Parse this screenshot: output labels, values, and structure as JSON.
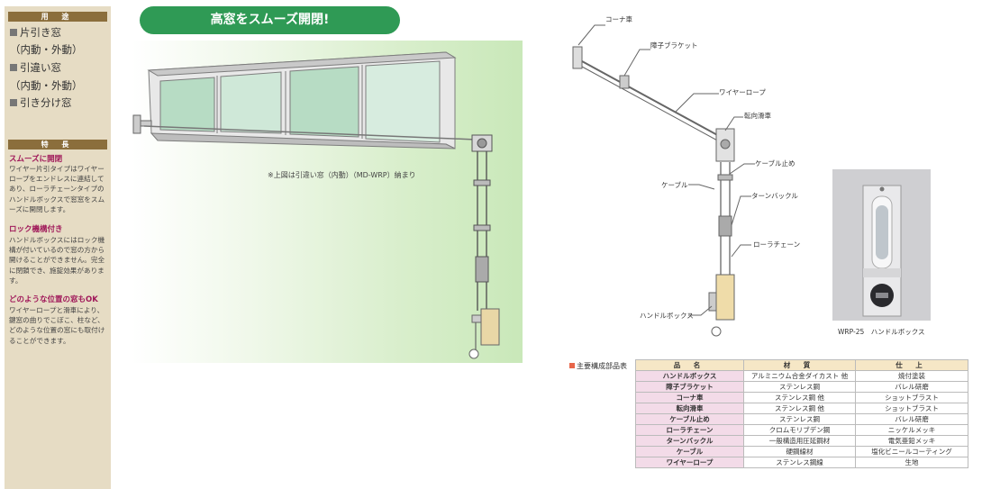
{
  "sidebar": {
    "uses_header": "用 途",
    "uses": [
      {
        "main": "片引き窓",
        "sub": "（内動・外動）"
      },
      {
        "main": "引違い窓",
        "sub": "（内動・外動）"
      },
      {
        "main": "引き分け窓",
        "sub": ""
      }
    ],
    "features_header": "特 長",
    "features": [
      {
        "title": "スムーズに開閉",
        "text": "ワイヤー片引タイプはワイヤーロープをエンドレスに連結してあり、ローラチェーンタイプのハンドルボックスで窓窓をスムーズに開閉します。"
      },
      {
        "title": "ロック機構付き",
        "text": "ハンドルボックスにはロック機構が付いているので窓の方から開けることができません。完全に閉鎖でき、施錠効果があります。"
      },
      {
        "title": "どのような位置の窓もOK",
        "text": "ワイヤーロープと滑車により、鍵窓の曲りでこぼこ、柱など、どのような位置の窓にも取付けることができます。"
      }
    ]
  },
  "banner": {
    "title": "高窓をスムーズ開閉!"
  },
  "figure_note": "※上図は引違い窓（内動）（MD-WRP）納まり",
  "diagram_labels": {
    "corner": "コーナ車",
    "bracket": "障子ブラケット",
    "wire": "ワイヤーロープ",
    "pulley": "転向滑車",
    "cable_stop": "ケーブル止め",
    "cable": "ケーブル",
    "turnbuckle": "ターンバックル",
    "roller_chain": "ローラチェーン",
    "handle_box": "ハンドルボックス"
  },
  "photo_caption": "WRP-25　ハンドルボックス",
  "parts_table": {
    "title": "主要構成部品表",
    "headers": [
      "品 名",
      "材 質",
      "仕 上"
    ],
    "rows": [
      [
        "ハンドルボックス",
        "アルミニウム合金ダイカスト 他",
        "焼付塗装"
      ],
      [
        "障子ブラケット",
        "ステンレス鋼",
        "バレル研磨"
      ],
      [
        "コーナ車",
        "ステンレス鋼 他",
        "ショットブラスト"
      ],
      [
        "転向滑車",
        "ステンレス鋼 他",
        "ショットブラスト"
      ],
      [
        "ケーブル止め",
        "ステンレス鋼",
        "バレル研磨"
      ],
      [
        "ローラチェーン",
        "クロムモリブデン鋼",
        "ニッケルメッキ"
      ],
      [
        "ターンバックル",
        "一般構造用圧延鋼材",
        "電気亜鉛メッキ"
      ],
      [
        "ケーブル",
        "硬鋼線材",
        "塩化ビニールコーティング"
      ],
      [
        "ワイヤーロープ",
        "ステンレス鋼線",
        "生地"
      ]
    ]
  }
}
